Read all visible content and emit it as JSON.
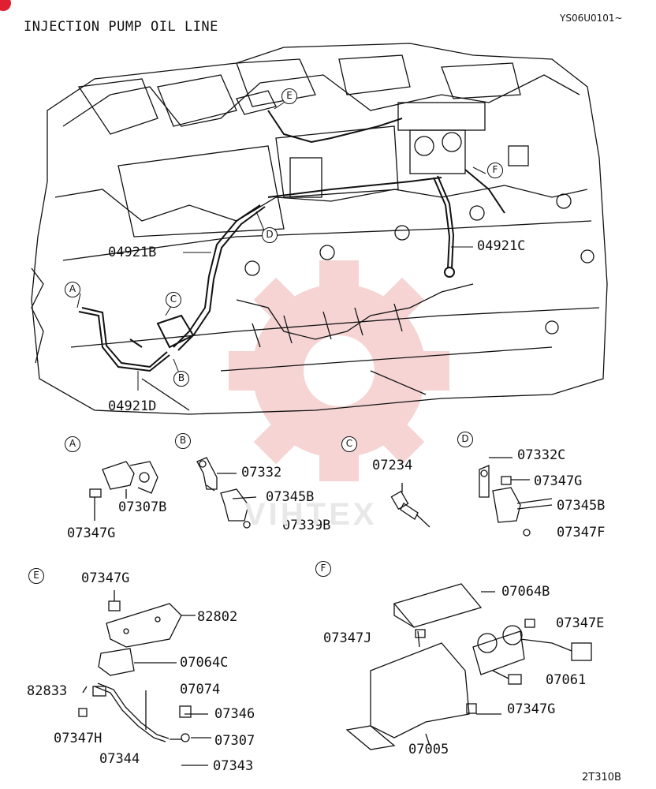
{
  "header": {
    "title": "INJECTION PUMP OIL LINE",
    "code": "YS06U0101~",
    "figure_no": "2T310B"
  },
  "watermark": {
    "text": "VIHTEX",
    "color": "#f2c4c4"
  },
  "callouts": {
    "A": "A",
    "B": "B",
    "C": "C",
    "D": "D",
    "E": "E",
    "F": "F"
  },
  "main_labels": {
    "p04921B": "04921B",
    "p04921C": "04921C",
    "p04921D": "04921D"
  },
  "detail_A": {
    "p1": "07307B",
    "p2": "07347G"
  },
  "detail_B": {
    "p1": "07332",
    "p2": "07345B",
    "p3": "07339B"
  },
  "detail_C": {
    "p1": "07234"
  },
  "detail_D": {
    "p1": "07332C",
    "p2": "07347G",
    "p3": "07345B",
    "p4": "07347F"
  },
  "detail_E": {
    "p1": "07347G",
    "p2": "82802",
    "p3": "07064C",
    "p4": "82833",
    "p5": "07074",
    "p6": "07346",
    "p7": "07347H",
    "p8": "07307",
    "p9": "07344",
    "p10": "07343"
  },
  "detail_F": {
    "p1": "07064B",
    "p2": "07347J",
    "p3": "07347E",
    "p4": "07061",
    "p5": "07347G",
    "p6": "07005"
  }
}
